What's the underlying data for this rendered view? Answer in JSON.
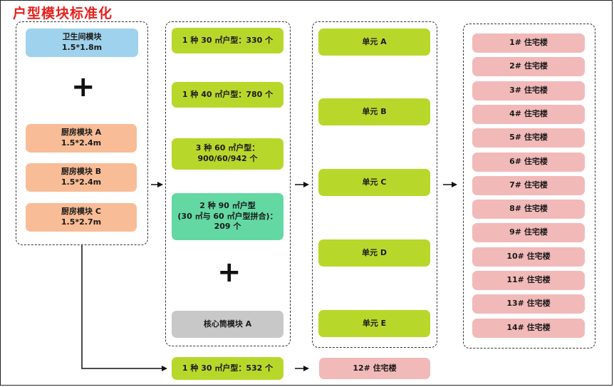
{
  "title": "户型模块标准化",
  "plus_symbol": "+",
  "modules": {
    "bathroom": {
      "line1": "卫生间模块",
      "line2": "1.5*1.8m"
    },
    "kitchens": [
      {
        "line1": "厨房模块 A",
        "line2": "1.5*2.4m"
      },
      {
        "line1": "厨房模块 B",
        "line2": "1.5*2.4m"
      },
      {
        "line1": "厨房模块 C",
        "line2": "1.5*2.7m"
      }
    ]
  },
  "unit_types": [
    {
      "lines": [
        "1 种 30 ㎡户型：330 个"
      ]
    },
    {
      "lines": [
        "1 种 40 ㎡户型：780 个"
      ]
    },
    {
      "lines": [
        "3 种 60 ㎡户型：",
        "900/60/942 个"
      ]
    },
    {
      "lines": [
        "2 种 90 ㎡户型",
        "(30 ㎡与 60 ㎡户型拼合)：",
        "209 个"
      ]
    }
  ],
  "core_module": "核心筒模块 A",
  "units": [
    "单元 A",
    "单元 B",
    "单元 C",
    "单元 D",
    "单元 E"
  ],
  "buildings": [
    "1# 住宅楼",
    "2# 住宅楼",
    "3# 住宅楼",
    "4# 住宅楼",
    "5# 住宅楼",
    "6# 住宅楼",
    "7# 住宅楼",
    "8# 住宅楼",
    "9# 住宅楼",
    "10# 住宅楼",
    "11# 住宅楼",
    "13# 住宅楼",
    "14# 住宅楼"
  ],
  "bottom_path": {
    "unit_type": "1 种 30 ㎡户型：532 个",
    "building": "12# 住宅楼"
  },
  "colors": {
    "title": "#e8201d",
    "bathroom": "#9fd2ec",
    "kitchen": "#f8bc96",
    "unit_type": "#b7d82a",
    "unit_type_combined": "#63d8a3",
    "core": "#c8c8c8",
    "building": "#f2b9b9"
  }
}
